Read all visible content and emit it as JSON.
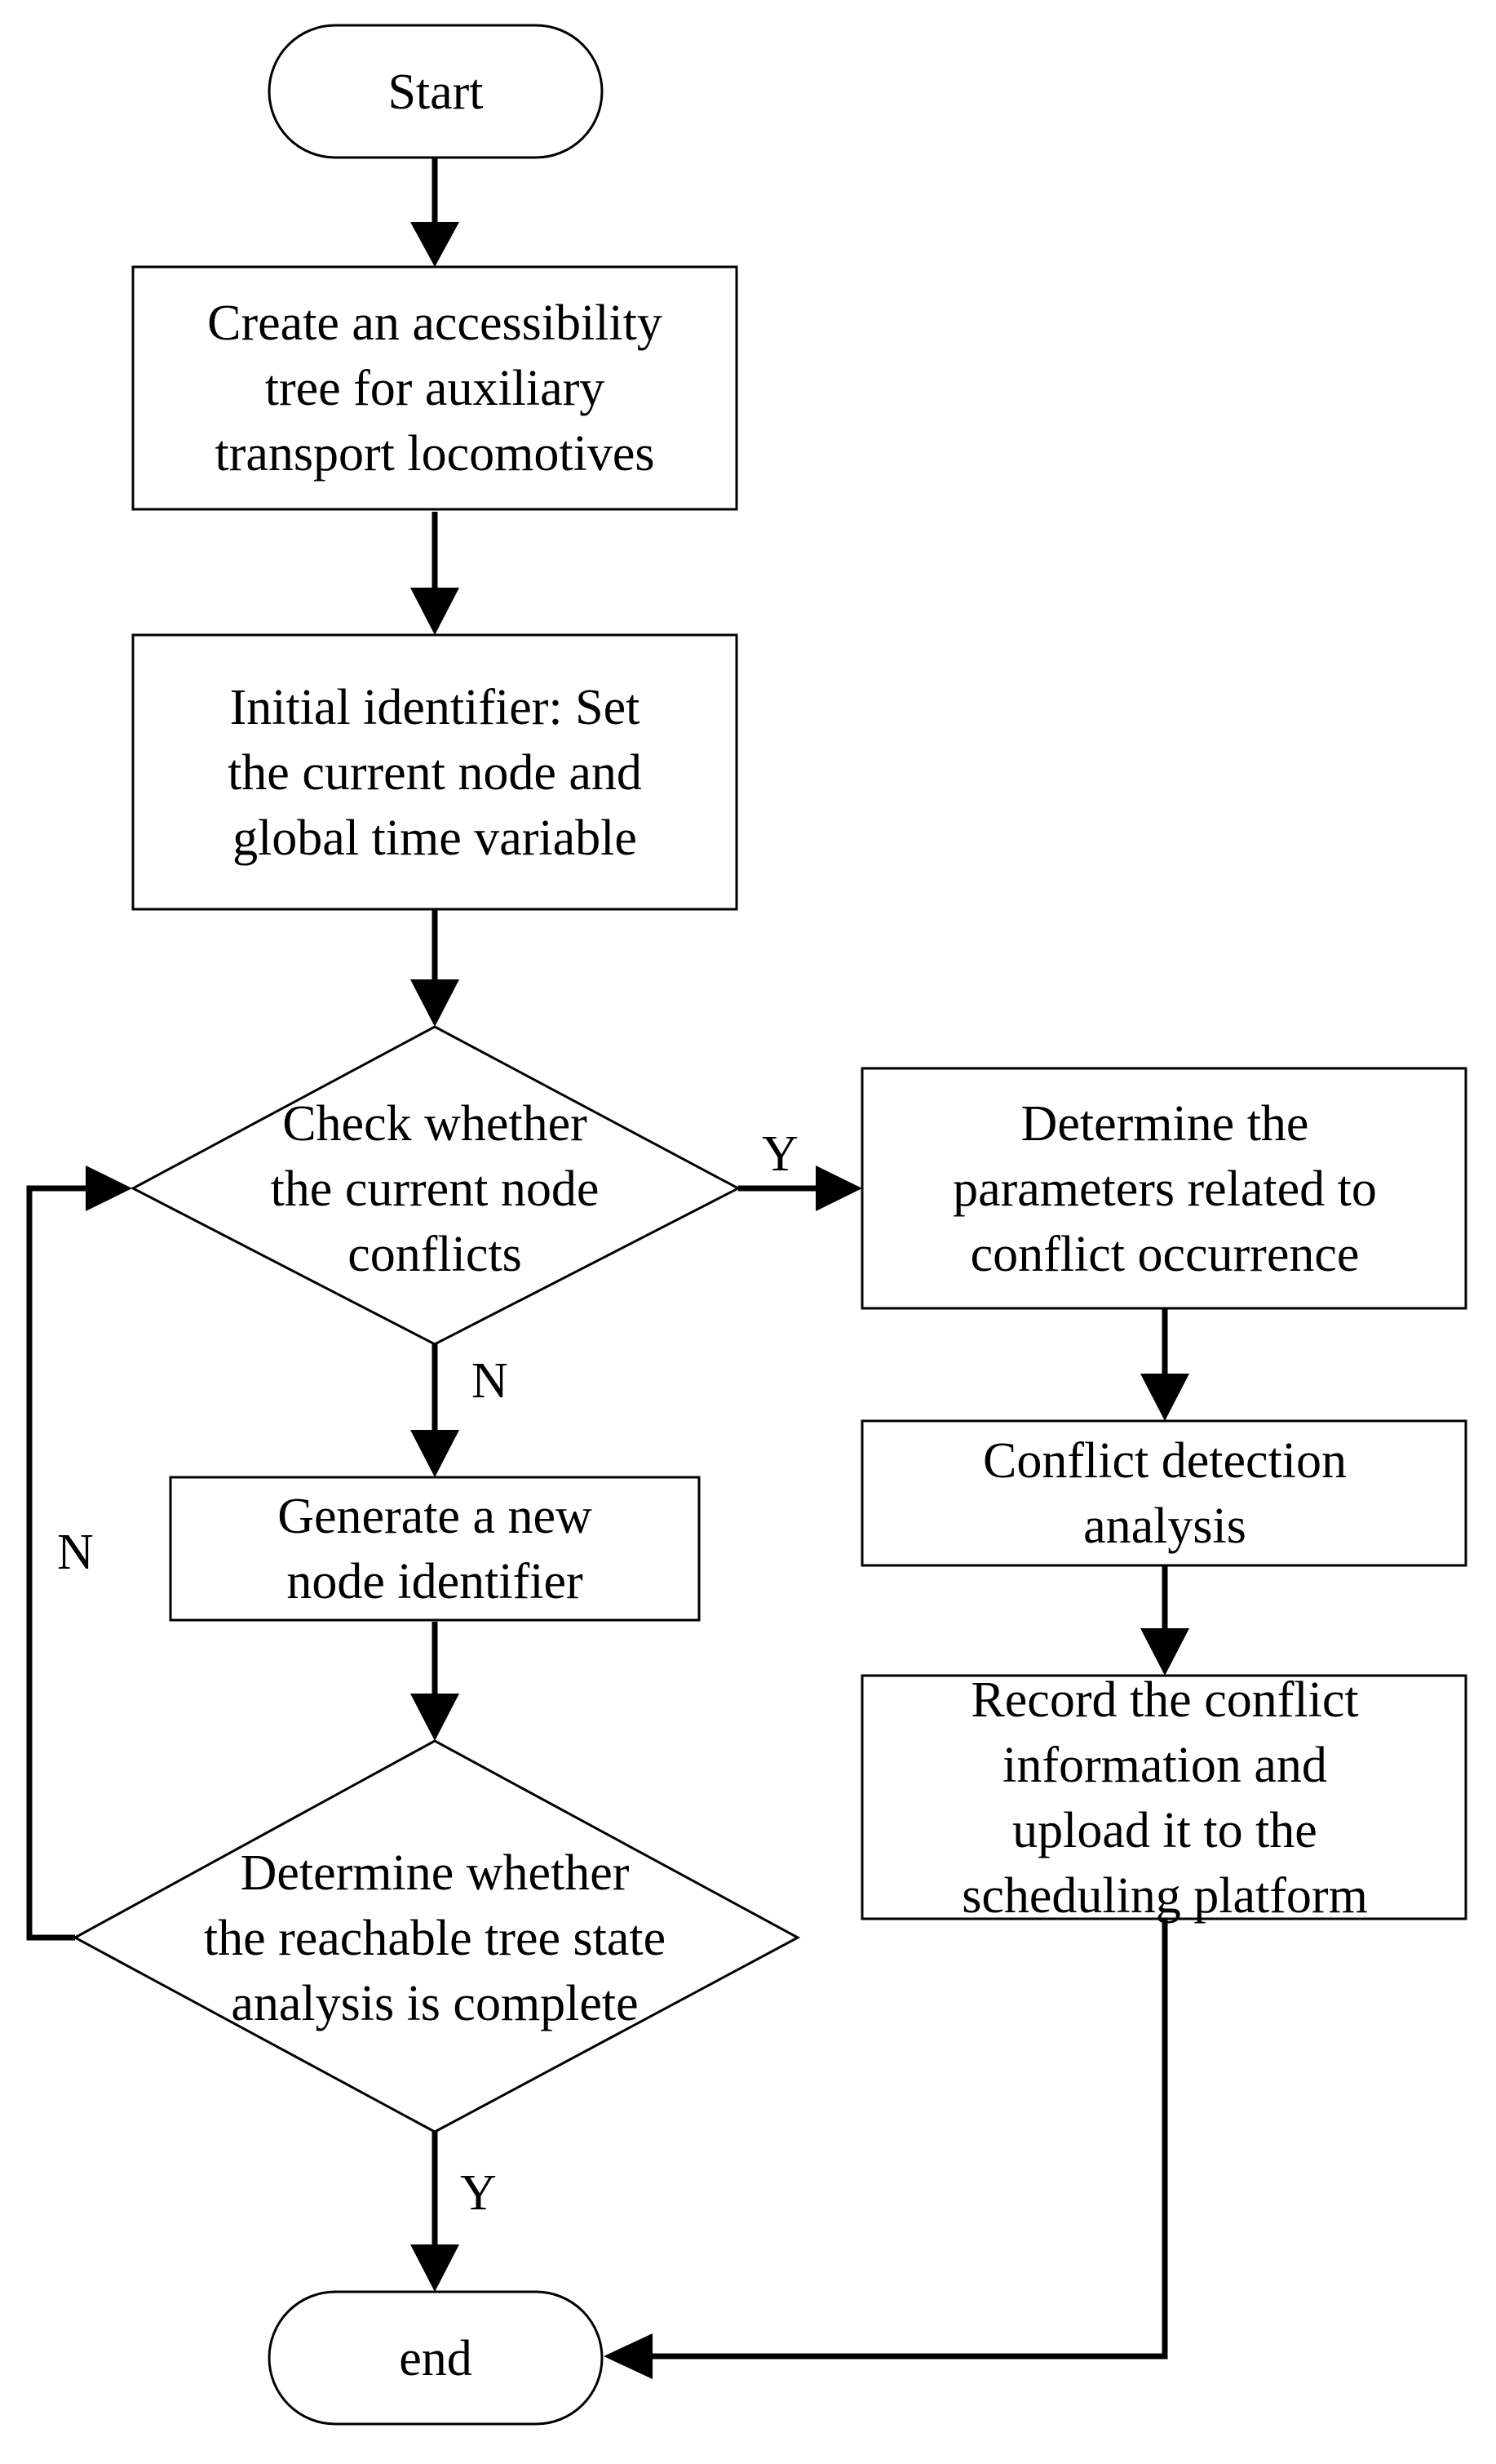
{
  "nodes": {
    "start": {
      "lines": [
        "Start"
      ]
    },
    "create_tree": {
      "lines": [
        "Create an accessibility",
        "tree for auxiliary",
        "transport locomotives"
      ]
    },
    "init_identifier": {
      "lines": [
        "Initial identifier: Set",
        "the current node and",
        "global time variable"
      ]
    },
    "check_conflict": {
      "lines": [
        "Check whether",
        "the current node",
        "conflicts"
      ]
    },
    "determine_params": {
      "lines": [
        "Determine the",
        "parameters related to",
        "conflict occurrence"
      ]
    },
    "conflict_detection": {
      "lines": [
        "Conflict detection",
        "analysis"
      ]
    },
    "record_conflict": {
      "lines": [
        "Record the conflict",
        "information and",
        "upload it to the",
        "scheduling platform"
      ]
    },
    "generate_node": {
      "lines": [
        "Generate a new",
        "node identifier"
      ]
    },
    "determine_complete": {
      "lines": [
        "Determine whether",
        "the reachable tree state",
        "analysis is complete"
      ]
    },
    "end": {
      "lines": [
        "end"
      ]
    }
  },
  "edge_labels": {
    "check_yes": "Y",
    "check_no": "N",
    "loop_no": "N",
    "complete_yes": "Y"
  }
}
